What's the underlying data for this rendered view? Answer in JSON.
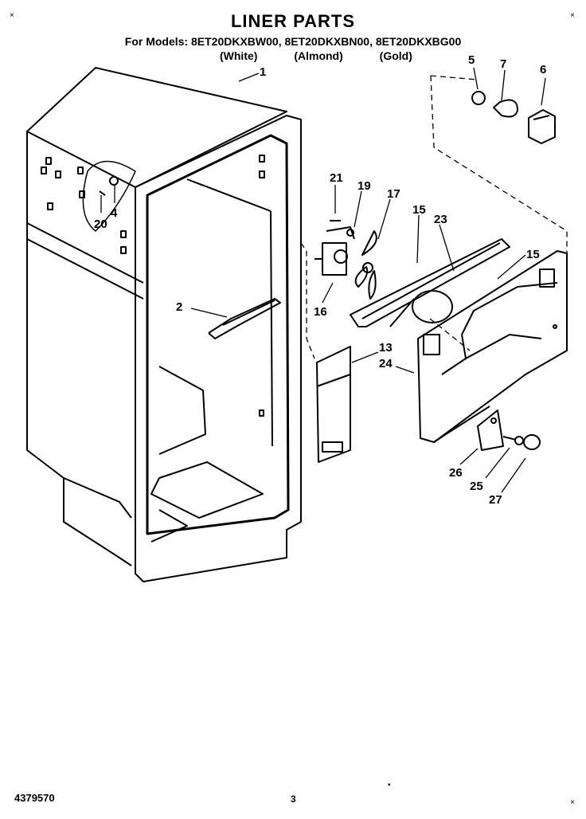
{
  "title": "LINER PARTS",
  "models_line": "For Models: 8ET20DKXBW00, 8ET20DKXBN00, 8ET20DKXBG00",
  "finishes": [
    "(White)",
    "(Almond)",
    "(Gold)"
  ],
  "callouts": [
    "1",
    "2",
    "4",
    "20",
    "21",
    "19",
    "17",
    "15",
    "16",
    "23",
    "15",
    "13",
    "24",
    "26",
    "25",
    "27",
    "5",
    "7",
    "6"
  ],
  "doc_number": "4379570",
  "page_number": "3"
}
